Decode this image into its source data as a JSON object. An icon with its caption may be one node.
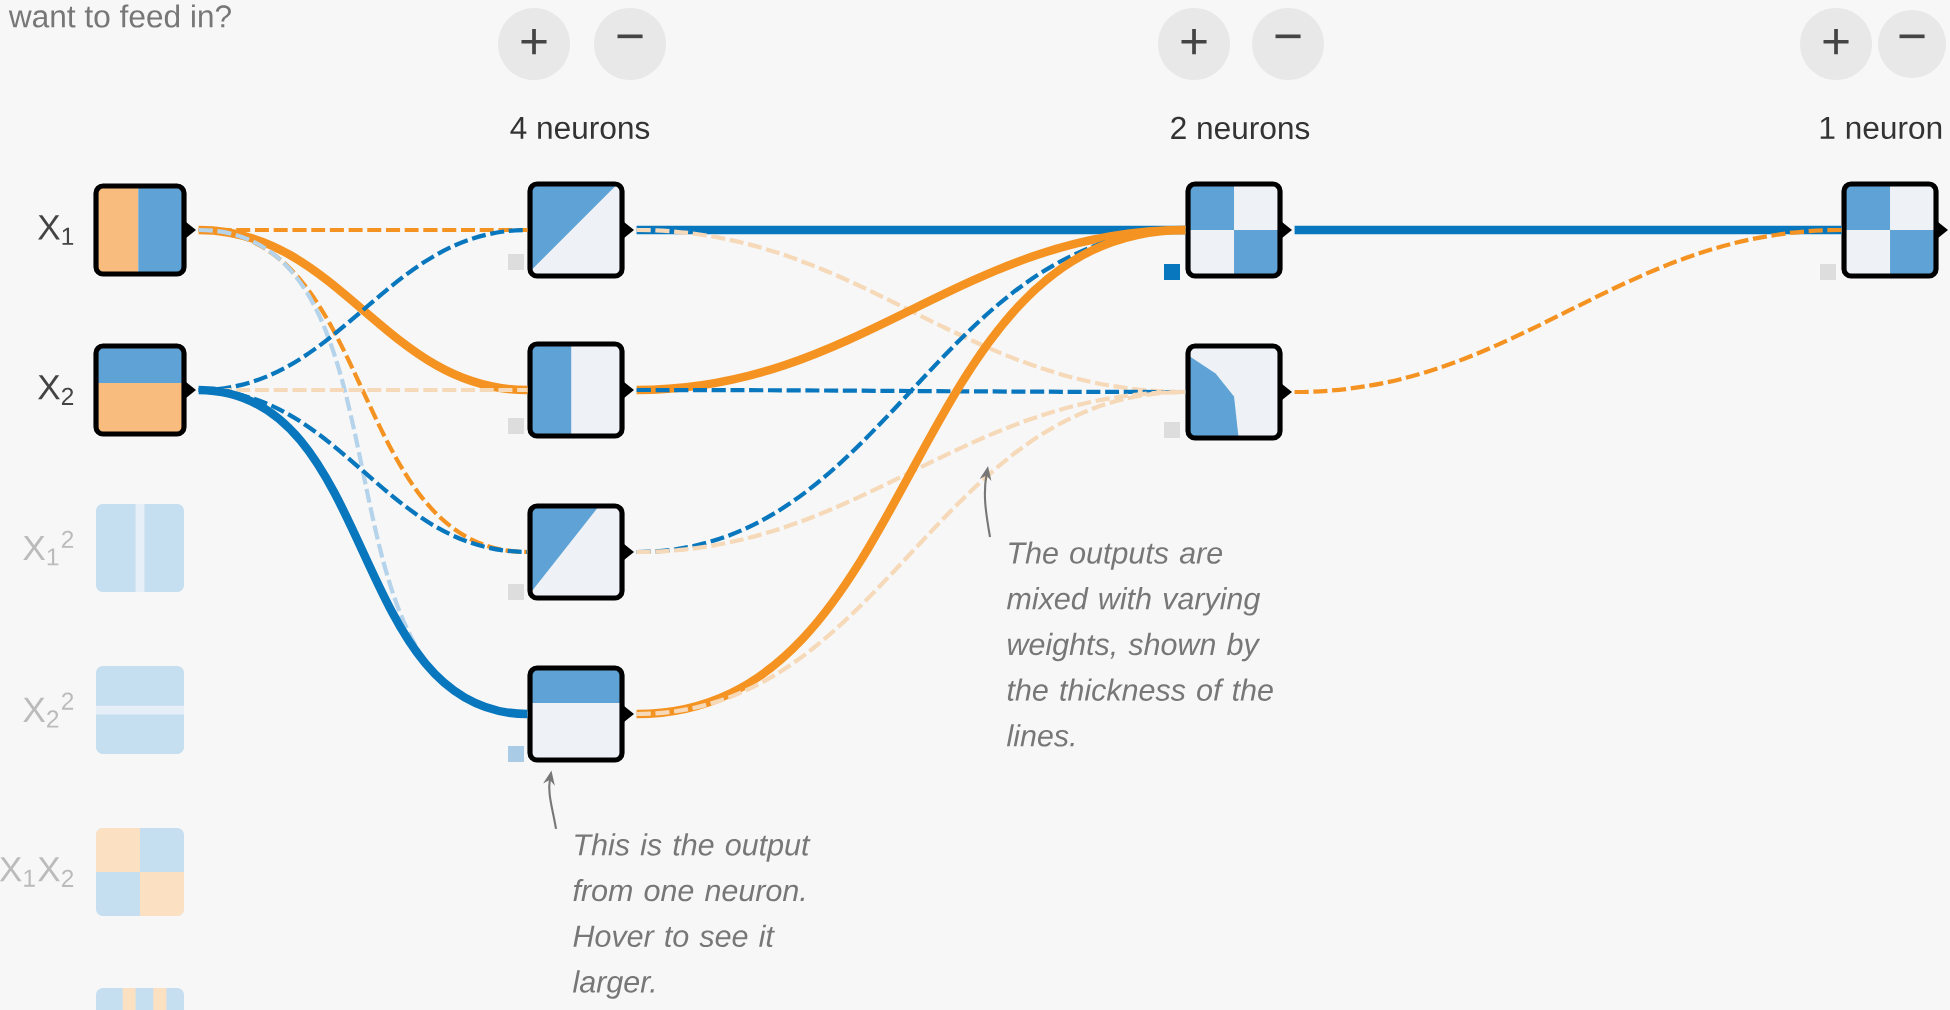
{
  "diagram": {
    "nodes": [
      {
        "text": [],
        "shape": "box",
        "beside": [
          "X$_{1}$"
        ]
      },
      {
        "text": [],
        "shape": "box",
        "beside": [
          "X$_{2}$"
        ]
      },
      {
        "text": [],
        "shape": "box",
        "beside": [
          "X$_{1}$$^{2}$"
        ]
      },
      {
        "text": [],
        "shape": "box",
        "beside": [
          "X$_{2}$$^{2}$"
        ]
      },
      {
        "text": [],
        "shape": "box",
        "beside": [
          "X$_{1}$X$_{2}$"
        ]
      },
      {
        "text": [],
        "shape": "box"
      },
      {
        "text": [],
        "shape": "box"
      },
      {
        "text": [],
        "shape": "box"
      },
      {
        "text": [],
        "shape": "box"
      },
      {
        "text": [],
        "shape": "box"
      },
      {
        "text": [],
        "shape": "box"
      },
      {
        "text": [],
        "shape": "box"
      },
      {
        "text": [],
        "shape": "box"
      },
      {
        "text": [
          "This is the output from one neuron. Hover to see it larger."
        ]
      },
      {
        "text": [
          "The outputs are mixed with varying weights, shown by the thickness of the lines."
        ]
      }
    ],
    "edges": [
      {
        "from": 0,
        "to": 6,
        "arrow": "none",
        "style": "dashed",
        "color": "#f59322"
      },
      {
        "from": 0,
        "to": 7,
        "arrow": "none",
        "style": "thick",
        "color": "#f59322"
      },
      {
        "from": 0,
        "to": 8,
        "arrow": "none",
        "style": "dashed",
        "color": "#f59322"
      },
      {
        "from": 0,
        "to": 9,
        "arrow": "none",
        "style": "dashed",
        "color": "#b5d3ea"
      },
      {
        "from": 1,
        "to": 6,
        "arrow": "none",
        "style": "dashed"
      },
      {
        "from": 1,
        "to": 7,
        "arrow": "none",
        "style": "dashed",
        "color": "#f6d9b8"
      },
      {
        "from": 1,
        "to": 8,
        "arrow": "none",
        "style": "dashed"
      },
      {
        "from": 1,
        "to": 9,
        "arrow": "none",
        "style": "thick"
      },
      {
        "from": 6,
        "to": 10,
        "arrow": "none",
        "style": "thick"
      },
      {
        "from": 6,
        "to": 11,
        "arrow": "none",
        "style": "dashed",
        "color": "#f6d9b8"
      },
      {
        "from": 7,
        "to": 10,
        "arrow": "none",
        "style": "thick",
        "color": "#f59322"
      },
      {
        "from": 7,
        "to": 11,
        "arrow": "none",
        "style": "dashed"
      },
      {
        "from": 8,
        "to": 10,
        "arrow": "none",
        "style": "dashed"
      },
      {
        "from": 8,
        "to": 11,
        "arrow": "none",
        "style": "dashed",
        "color": "#f6d9b8"
      },
      {
        "from": 9,
        "to": 10,
        "arrow": "none",
        "style": "thick",
        "color": "#f59322"
      },
      {
        "from": 9,
        "to": 11,
        "arrow": "none",
        "style": "dashed",
        "color": "#f6d9b8"
      },
      {
        "from": 10,
        "to": 12,
        "arrow": "none",
        "style": "thick"
      },
      {
        "from": 11,
        "to": 12,
        "arrow": "none",
        "style": "dashed",
        "color": "#f59322"
      },
      {
        "from": 13,
        "to": 9,
        "arrow": "to",
        "color": "#777777"
      },
      {
        "from": 14,
        "to": null,
        "arrow": "to",
        "color": "#777777"
      }
    ],
    "labels": [
      "want to feed in?",
      "+",
      "−",
      "+",
      "−",
      "+",
      "−",
      "4 neurons",
      "2 neurons",
      "1 neuron"
    ]
  }
}
